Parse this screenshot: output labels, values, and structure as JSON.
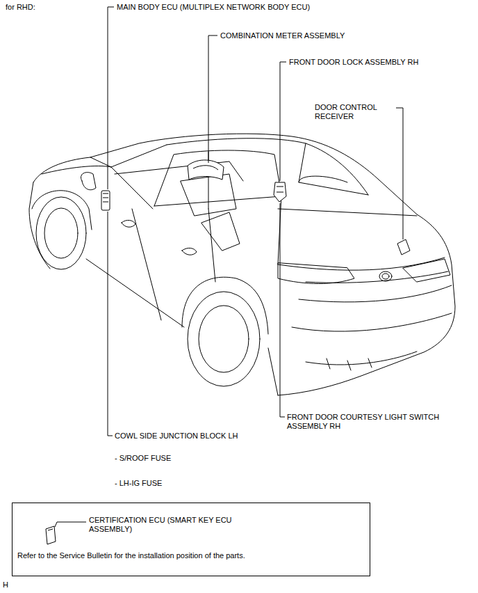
{
  "diagram": {
    "nodes": [
      {
        "text": [
          "CERTIFICATION ECU (SMART KEY ECU ASSEMBLY)",
          "Refer to the Service Bulletin for the installation position of the parts."
        ]
      }
    ],
    "edges": [],
    "labels": [
      "for RHD:",
      "MAIN BODY ECU (MULTIPLEX NETWORK BODY ECU)",
      "COMBINATION METER ASSEMBLY",
      "FRONT DOOR LOCK ASSEMBLY RH",
      "DOOR CONTROL RECEIVER",
      "FRONT DOOR COURTESY LIGHT SWITCH ASSEMBLY RH",
      "COWL SIDE JUNCTION BLOCK LH",
      "- S/ROOF FUSE",
      "- LH-IG FUSE",
      "H"
    ]
  }
}
